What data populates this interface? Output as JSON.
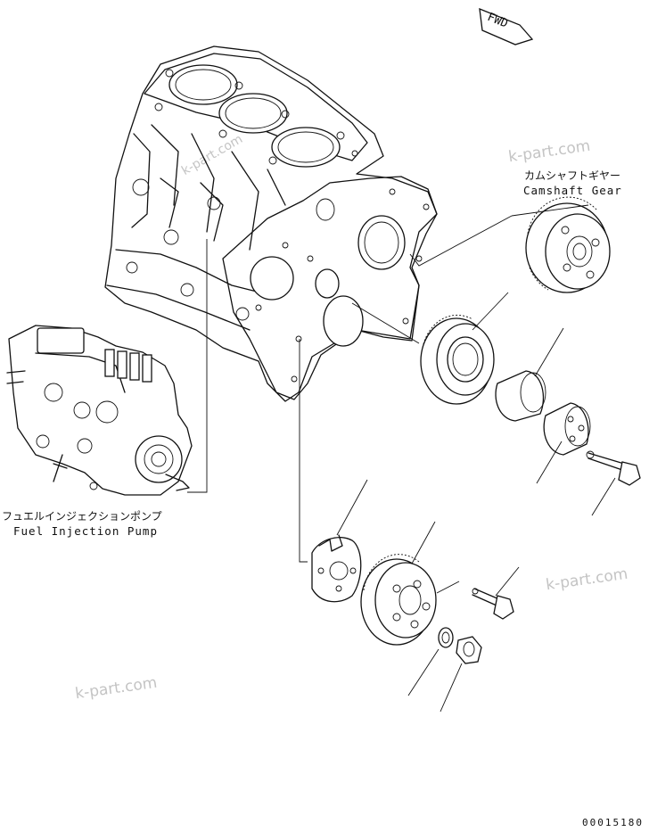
{
  "watermark": "k-part.com",
  "fwd_label": "FWD",
  "labels": {
    "camshaft_gear_jp": "カムシャフトギヤー",
    "camshaft_gear_en": "Camshaft Gear",
    "fuel_pump_jp": "フュエルインジェクションポンプ",
    "fuel_pump_en": "Fuel Injection Pump"
  },
  "document_number": "00015180"
}
